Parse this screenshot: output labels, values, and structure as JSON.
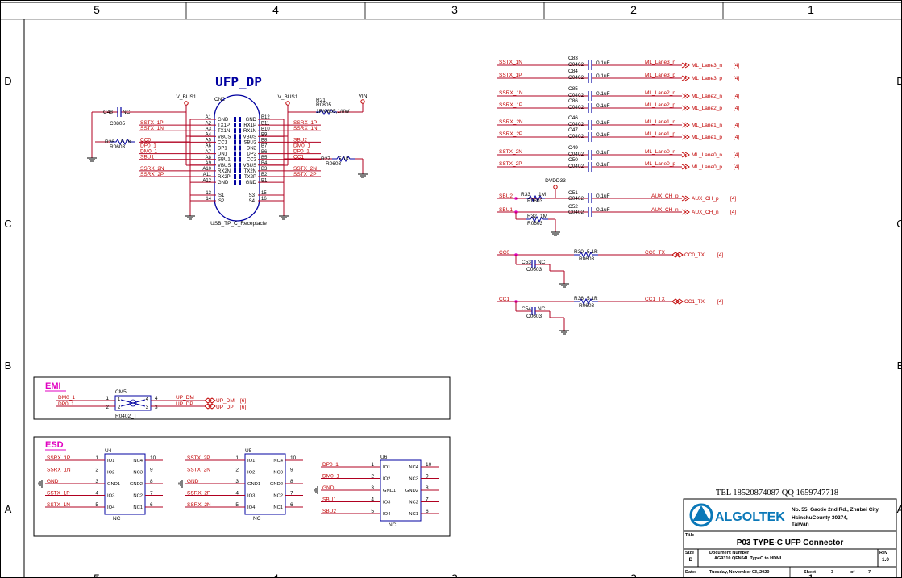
{
  "frame": {
    "cols_top": [
      "5",
      "4",
      "3",
      "2",
      "1"
    ],
    "cols_bottom": [
      "5",
      "4",
      "3",
      "2",
      "1"
    ],
    "rows_left": [
      "D",
      "C",
      "B",
      "A"
    ],
    "rows_right": [
      "D",
      "C",
      "B",
      "A"
    ]
  },
  "connector": {
    "title": "UFP_DP",
    "ref": "CN2",
    "name": "USB_TP_C_Receptacle",
    "vbus_left": "V_BUS1",
    "vbus_right": "V_BUS1",
    "vin": "VIN",
    "c48_ref": "C48",
    "c48_val": "NC",
    "c48_pkg": "C0805",
    "r21_ref": "R21",
    "r21_pkg": "R0805",
    "r21_val": "1R/0805,1/8W",
    "r26_ref": "R26",
    "r26_val": "5.1K",
    "r26_pkg": "R0603",
    "r27_ref": "R27",
    "r27_val": "5.1K",
    "r27_pkg": "R0603",
    "left_pins": [
      {
        "num": "A1",
        "name": "GND",
        "net": ""
      },
      {
        "num": "A2",
        "name": "TX1P",
        "net": "SSTX_1P"
      },
      {
        "num": "A3",
        "name": "TX1N",
        "net": "SSTX_1N"
      },
      {
        "num": "A4",
        "name": "VBUS",
        "net": ""
      },
      {
        "num": "A5",
        "name": "CC1",
        "net": "CC0"
      },
      {
        "num": "A6",
        "name": "DP1",
        "net": "DP0_1"
      },
      {
        "num": "A7",
        "name": "DN1",
        "net": "DM0_1"
      },
      {
        "num": "A8",
        "name": "SBU1",
        "net": "SBU1"
      },
      {
        "num": "A9",
        "name": "VBUS",
        "net": ""
      },
      {
        "num": "A10",
        "name": "RX2N",
        "net": "SSRX_2N"
      },
      {
        "num": "A11",
        "name": "RX2P",
        "net": "SSRX_2P"
      },
      {
        "num": "A12",
        "name": "GND",
        "net": ""
      }
    ],
    "right_pins": [
      {
        "num": "B12",
        "name": "GND",
        "net": ""
      },
      {
        "num": "B11",
        "name": "RX1P",
        "net": "SSRX_1P"
      },
      {
        "num": "B10",
        "name": "RX1N",
        "net": "SSRX_1N"
      },
      {
        "num": "B9",
        "name": "VBUS",
        "net": ""
      },
      {
        "num": "B8",
        "name": "SBU2",
        "net": "SBU2"
      },
      {
        "num": "B7",
        "name": "DN2",
        "net": "DM0_1"
      },
      {
        "num": "B6",
        "name": "DP2",
        "net": "DP0_1"
      },
      {
        "num": "B5",
        "name": "CC2",
        "net": "CC1"
      },
      {
        "num": "B4",
        "name": "VBUS",
        "net": ""
      },
      {
        "num": "B3",
        "name": "TX2N",
        "net": "SSTX_2N"
      },
      {
        "num": "B2",
        "name": "TX2P",
        "net": "SSTX_2P"
      },
      {
        "num": "B1",
        "name": "GND",
        "net": ""
      }
    ],
    "shield_left": [
      {
        "num": "13",
        "name": "S1"
      },
      {
        "num": "14",
        "name": "S2"
      }
    ],
    "shield_right": [
      {
        "num": "15",
        "name": "S3"
      },
      {
        "num": "16",
        "name": "S4"
      }
    ]
  },
  "ml_caps": [
    {
      "in": "SSTX_1N",
      "ref": "C83",
      "pkg": "C0402",
      "val": "0.1uF",
      "out": "ML_Lane3_n",
      "port": "ML_Lane3_n",
      "sheet": "[4]"
    },
    {
      "in": "SSTX_1P",
      "ref": "C84",
      "pkg": "C0402",
      "val": "0.1uF",
      "out": "ML_Lane3_p",
      "port": "ML_Lane3_p",
      "sheet": "[4]"
    },
    {
      "in": "SSRX_1N",
      "ref": "C85",
      "pkg": "C0402",
      "val": "0.1uF",
      "out": "ML_Lane2_n",
      "port": "ML_Lane2_n",
      "sheet": "[4]"
    },
    {
      "in": "SSRX_1P",
      "ref": "C86",
      "pkg": "C0402",
      "val": "0.1uF",
      "out": "ML_Lane2_p",
      "port": "ML_Lane2_p",
      "sheet": "[4]"
    },
    {
      "in": "SSRX_2N",
      "ref": "C46",
      "pkg": "C0402",
      "val": "0.1uF",
      "out": "ML_Lane1_n",
      "port": "ML_Lane1_n",
      "sheet": "[4]"
    },
    {
      "in": "SSRX_2P",
      "ref": "C47",
      "pkg": "C0402",
      "val": "0.1uF",
      "out": "ML_Lane1_p",
      "port": "ML_Lane1_p",
      "sheet": "[4]"
    },
    {
      "in": "SSTX_2N",
      "ref": "C49",
      "pkg": "C0402",
      "val": "0.1uF",
      "out": "ML_Lane0_n",
      "port": "ML_Lane0_n",
      "sheet": "[4]"
    },
    {
      "in": "SSTX_2P",
      "ref": "C50",
      "pkg": "C0402",
      "val": "0.1uF",
      "out": "ML_Lane0_p",
      "port": "ML_Lane0_p",
      "sheet": "[4]"
    }
  ],
  "aux": {
    "dvdd": "DVDD33",
    "rows": [
      {
        "in": "SBU2",
        "rref": "R33",
        "rval": "1M",
        "rpkg": "R0603",
        "cref": "C51",
        "cpkg": "C0402",
        "cval": "0.1uF",
        "out": "AUX_CH_p",
        "port": "AUX_CH_p",
        "sheet": "[4]"
      },
      {
        "in": "SBU1",
        "rref": "R32",
        "rval": "1M",
        "rpkg": "R0603",
        "cref": "C52",
        "cpkg": "C0402",
        "cval": "0.1uF",
        "out": "AUX_CH_n",
        "port": "AUX_CH_n",
        "sheet": "[4]"
      }
    ]
  },
  "cc": [
    {
      "in": "CC0",
      "rref": "R30",
      "rval": "5.1R",
      "rpkg": "R0603",
      "cref": "C53",
      "cval": "NC",
      "cpkg": "C0603",
      "out": "CC0_TX",
      "port": "CC0_TX",
      "sheet": "[4]"
    },
    {
      "in": "CC1",
      "rref": "R36",
      "rval": "5.1R",
      "rpkg": "R0603",
      "cref": "C54",
      "cval": "NC",
      "cpkg": "C0603",
      "out": "CC1_TX",
      "port": "CC1_TX",
      "sheet": "[4]"
    }
  ],
  "emi": {
    "title": "EMI",
    "ref": "CM5",
    "pkg": "R0402_T",
    "in1": "DM0_1",
    "in2": "DP0_1",
    "pins": [
      "1",
      "2",
      "3",
      "4"
    ],
    "out1": "UP_DM",
    "out2": "UP_DP",
    "port1": "UP_DM",
    "port2": "UP_DP",
    "sheet1": "[6]",
    "sheet2": "[6]"
  },
  "esd": {
    "title": "ESD",
    "parts": [
      {
        "ref": "U4",
        "nc": "NC",
        "nets": [
          "SSRX_1P",
          "SSRX_1N",
          "GND",
          "SSTX_1P",
          "SSTX_1N"
        ],
        "lpins": [
          "1",
          "2",
          "3",
          "4",
          "5"
        ],
        "rpins": [
          "10",
          "9",
          "8",
          "7",
          "6"
        ],
        "lnames": [
          "IO1",
          "IO2",
          "GND1",
          "IO3",
          "IO4"
        ],
        "rnames": [
          "NC4",
          "NC3",
          "GND2",
          "NC2",
          "NC1"
        ]
      },
      {
        "ref": "U5",
        "nc": "NC",
        "nets": [
          "SSTX_2P",
          "SSTX_2N",
          "GND",
          "SSRX_2P",
          "SSRX_2N"
        ],
        "lpins": [
          "1",
          "2",
          "3",
          "4",
          "5"
        ],
        "rpins": [
          "10",
          "9",
          "8",
          "7",
          "6"
        ],
        "lnames": [
          "IO1",
          "IO2",
          "GND1",
          "IO3",
          "IO4"
        ],
        "rnames": [
          "NC4",
          "NC3",
          "GND2",
          "NC2",
          "NC1"
        ]
      },
      {
        "ref": "U6",
        "nc": "NC",
        "nets": [
          "DP0_1",
          "DM0_1",
          "GND",
          "SBU1",
          "SBU2"
        ],
        "lpins": [
          "1",
          "2",
          "3",
          "4",
          "5"
        ],
        "rpins": [
          "10",
          "9",
          "8",
          "7",
          "6"
        ],
        "lnames": [
          "IO1",
          "IO2",
          "GND1",
          "IO3",
          "IO4"
        ],
        "rnames": [
          "NC4",
          "NC3",
          "GND2",
          "NC2",
          "NC1"
        ]
      }
    ]
  },
  "title_block": {
    "tel": "TEL 18520874087 QQ 1659747718",
    "company": "ALGOLTEK",
    "addr1": "No. 55, Gaotie 2nd Rd., Zhubei City,",
    "addr2": "HsinchuCounty 30274,",
    "addr3": "Taiwan",
    "title_label": "Title",
    "title": "P03 TYPE-C UFP Connector",
    "size_label": "Size",
    "size": "B",
    "docnum_label": "Document Number",
    "docnum": "AG9310 QFN64L TypeC to HDMI",
    "rev_label": "Rev",
    "rev": "1.0",
    "date_label": "Date:",
    "date": "Tuesday, November 03, 2020",
    "sheet_label": "Sheet",
    "sheet": "3",
    "of_label": "of",
    "of": "7"
  },
  "colors": {
    "wire": "#b00020",
    "part": "#0000a0",
    "text": "#000000",
    "net": "#c00000",
    "pink": "#e000c0",
    "cap": "#0040a0"
  }
}
